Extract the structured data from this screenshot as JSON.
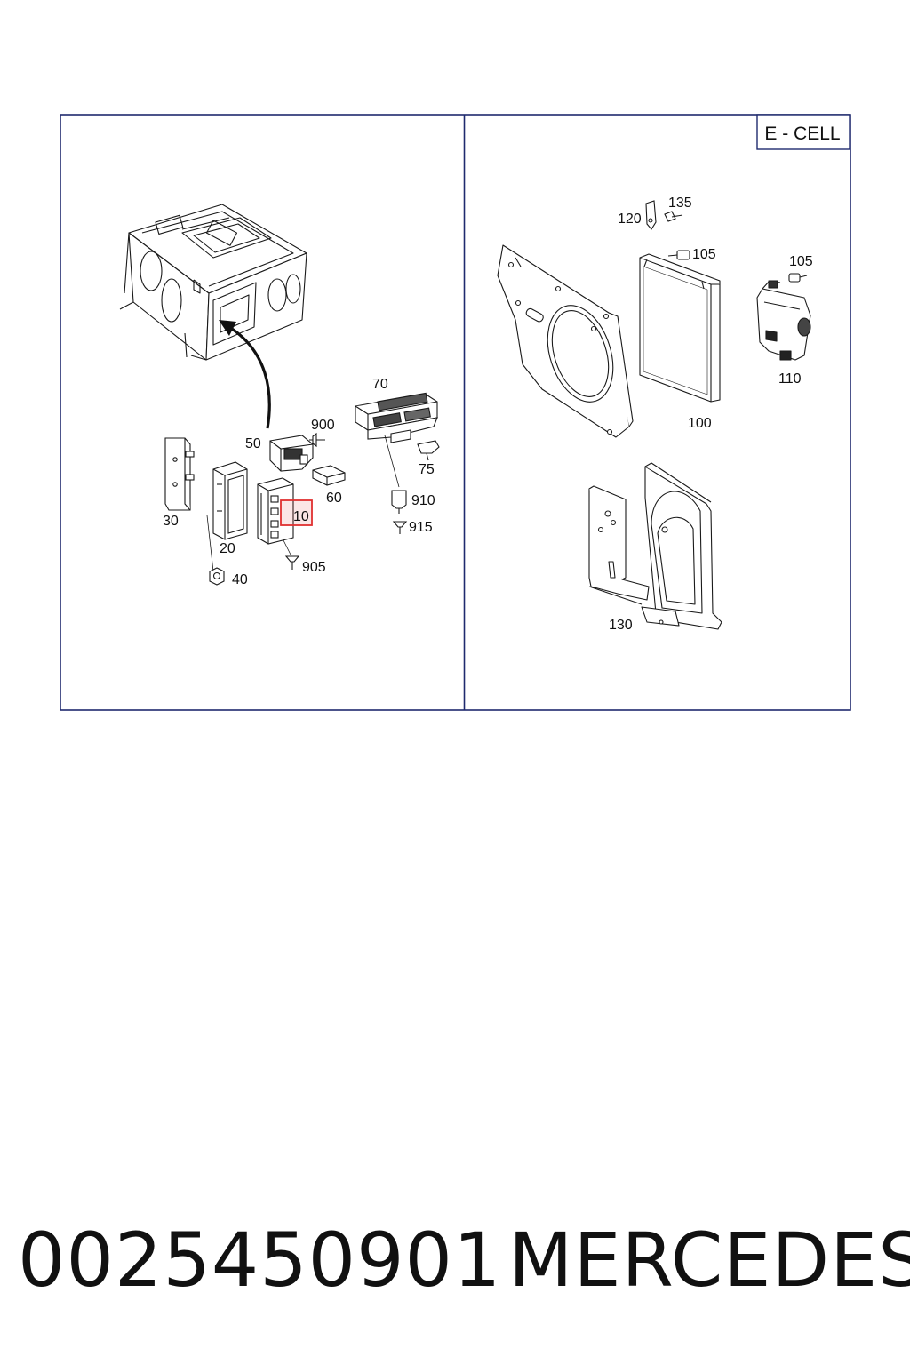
{
  "diagram": {
    "variant_badge": "E - CELL",
    "callouts": {
      "c10": "10",
      "c20": "20",
      "c30": "30",
      "c40": "40",
      "c50": "50",
      "c60": "60",
      "c70": "70",
      "c75": "75",
      "c900": "900",
      "c905": "905",
      "c910": "910",
      "c915": "915",
      "c100": "100",
      "c105a": "105",
      "c105b": "105",
      "c110": "110",
      "c120": "120",
      "c130": "130",
      "c135": "135"
    },
    "highlighted_part": "10",
    "highlight_color": "#e03030",
    "line_color": "#1a1a1a",
    "frame_color": "#1f2a6e"
  },
  "footer": {
    "part_number": "0025450901",
    "brand": "MERCEDES"
  }
}
